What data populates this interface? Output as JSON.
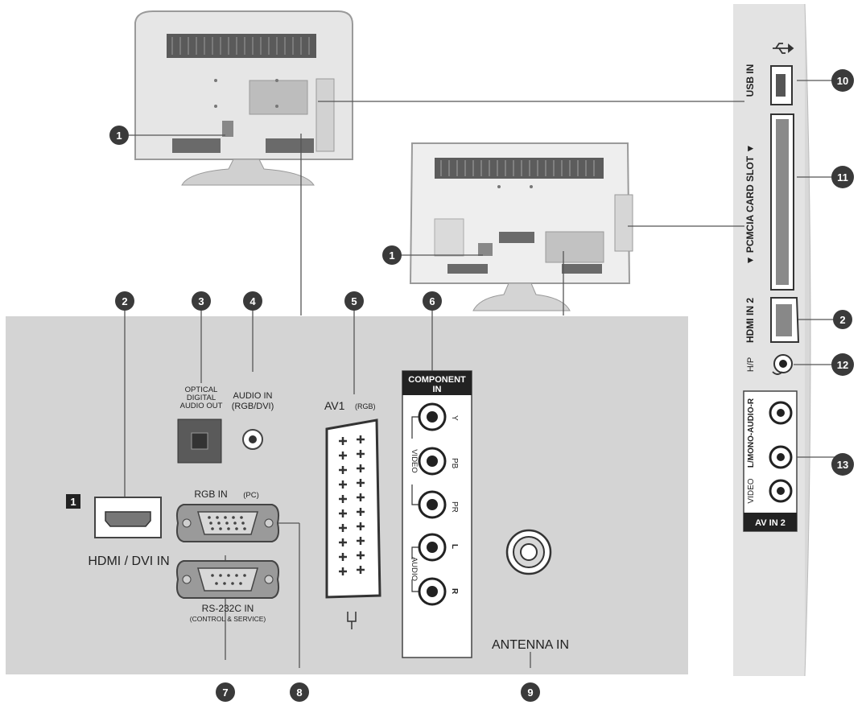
{
  "callouts": [
    "1",
    "2",
    "3",
    "4",
    "5",
    "6",
    "7",
    "8",
    "9",
    "10",
    "11",
    "12",
    "13"
  ],
  "section_marker": "1",
  "rear_panel": {
    "hdmi_dvi_in": "HDMI / DVI IN",
    "optical_line1": "OPTICAL",
    "optical_line2": "DIGITAL",
    "optical_line3": "AUDIO OUT",
    "audio_in_line1": "AUDIO IN",
    "audio_in_line2": "(RGB/DVI)",
    "av1": "AV1",
    "av1_sub": "(RGB)",
    "rgb_in": "RGB IN",
    "rgb_in_sub": "(PC)",
    "rs232c": "RS-232C IN",
    "rs232c_sub": "(CONTROL & SERVICE)",
    "component_line1": "COMPONENT",
    "component_line2": "IN",
    "comp_y": "Y",
    "comp_pb": "PB",
    "comp_pr": "PR",
    "comp_l": "L",
    "comp_r": "R",
    "video_label": "VIDEO",
    "audio_label": "AUDIO",
    "antenna_in": "ANTENNA IN"
  },
  "side_panel": {
    "usb_in": "USB IN",
    "pcmcia": "▼ PCMCIA CARD SLOT ▼",
    "hdmi_in_2": "HDMI IN 2",
    "hp": "H/P",
    "video": "VIDEO",
    "lmono_audio_r": "L/MONO-AUDIO-R",
    "av_in_2": "AV IN 2"
  }
}
